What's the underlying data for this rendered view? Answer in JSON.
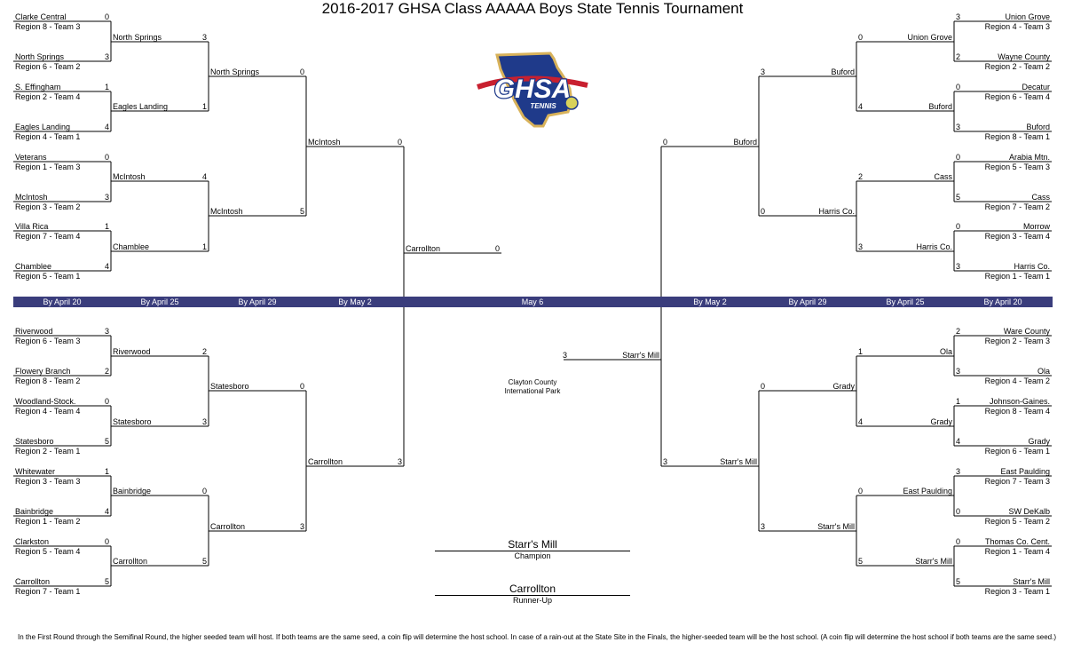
{
  "title": "2016-2017 GHSA Class AAAAA Boys State Tennis Tournament",
  "logo": {
    "text": "GHSA",
    "subtext": "TENNIS"
  },
  "dates": [
    "By April 20",
    "By April 25",
    "By April 29",
    "By May 2",
    "May 6",
    "By May 2",
    "By April 29",
    "By April 25",
    "By April 20"
  ],
  "venue": [
    "Clayton County",
    "International Park"
  ],
  "champion": {
    "name": "Starr's Mill",
    "label": "Champion"
  },
  "runner_up": {
    "name": "Carrollton",
    "label": "Runner-Up"
  },
  "footnote": "In the First Round through the Semifinal Round, the higher seeded team will host. If both teams are the same seed, a coin flip will determine the host school. In case of a rain-out at the State Site in the Finals, the higher-seeded team will be the host school.  (A coin flip will determine the host school if both teams are the same seed.)",
  "left_top": {
    "r1": [
      {
        "team": "Clarke Central",
        "seed": "Region 8 - Team 3",
        "score": "0"
      },
      {
        "team": "North Springs",
        "seed": "Region 6 - Team 2",
        "score": "3"
      },
      {
        "team": "S. Effingham",
        "seed": "Region 2 - Team 4",
        "score": "1"
      },
      {
        "team": "Eagles Landing",
        "seed": "Region 4 - Team 1",
        "score": "4"
      },
      {
        "team": "Veterans",
        "seed": "Region 1 - Team 3",
        "score": "0"
      },
      {
        "team": "McIntosh",
        "seed": "Region 3 - Team 2",
        "score": "3"
      },
      {
        "team": "Villa Rica",
        "seed": "Region 7 - Team 4",
        "score": "1"
      },
      {
        "team": "Chamblee",
        "seed": "Region 5 - Team 1",
        "score": "4"
      }
    ],
    "r2": [
      {
        "team": "North Springs",
        "score": "3"
      },
      {
        "team": "Eagles Landing",
        "score": "1"
      },
      {
        "team": "McIntosh",
        "score": "4"
      },
      {
        "team": "Chamblee",
        "score": "1"
      }
    ],
    "r3": [
      {
        "team": "North Springs",
        "score": "0"
      },
      {
        "team": "McIntosh",
        "score": "5"
      }
    ],
    "r4": {
      "team": "McIntosh",
      "score": "0"
    }
  },
  "left_bottom": {
    "r1": [
      {
        "team": "Riverwood",
        "seed": "Region 6 - Team 3",
        "score": "3"
      },
      {
        "team": "Flowery Branch",
        "seed": "Region 8 - Team 2",
        "score": "2"
      },
      {
        "team": "Woodland-Stock.",
        "seed": "Region 4 - Team 4",
        "score": "0"
      },
      {
        "team": "Statesboro",
        "seed": "Region 2 - Team 1",
        "score": "5"
      },
      {
        "team": "Whitewater",
        "seed": "Region 3 - Team 3",
        "score": "1"
      },
      {
        "team": "Bainbridge",
        "seed": "Region 1 - Team 2",
        "score": "4"
      },
      {
        "team": "Clarkston",
        "seed": "Region 5 - Team 4",
        "score": "0"
      },
      {
        "team": "Carrollton",
        "seed": "Region 7 - Team 1",
        "score": "5"
      }
    ],
    "r2": [
      {
        "team": "Riverwood",
        "score": "2"
      },
      {
        "team": "Statesboro",
        "score": "3"
      },
      {
        "team": "Bainbridge",
        "score": "0"
      },
      {
        "team": "Carrollton",
        "score": "5"
      }
    ],
    "r3": [
      {
        "team": "Statesboro",
        "score": "0"
      },
      {
        "team": "Carrollton",
        "score": "3"
      }
    ],
    "r4": {
      "team": "Carrollton",
      "score": "3"
    }
  },
  "right_top": {
    "r1": [
      {
        "team": "Union Grove",
        "seed": "Region 4 - Team 3",
        "score": "3"
      },
      {
        "team": "Wayne County",
        "seed": "Region 2 - Team 2",
        "score": "2"
      },
      {
        "team": "Decatur",
        "seed": "Region 6 - Team 4",
        "score": "0"
      },
      {
        "team": "Buford",
        "seed": "Region 8 - Team 1",
        "score": "3"
      },
      {
        "team": "Arabia Mtn.",
        "seed": "Region 5 - Team 3",
        "score": "0"
      },
      {
        "team": "Cass",
        "seed": "Region 7 - Team 2",
        "score": "5"
      },
      {
        "team": "Morrow",
        "seed": "Region 3 - Team 4",
        "score": "0"
      },
      {
        "team": "Harris Co.",
        "seed": "Region 1 - Team 1",
        "score": "3"
      }
    ],
    "r2": [
      {
        "team": "Union Grove",
        "score": "0"
      },
      {
        "team": "Buford",
        "score": "4"
      },
      {
        "team": "Cass",
        "score": "2"
      },
      {
        "team": "Harris Co.",
        "score": "3"
      }
    ],
    "r3": [
      {
        "team": "Buford",
        "score": "3"
      },
      {
        "team": "Harris Co.",
        "score": "0"
      }
    ],
    "r4": {
      "team": "Buford",
      "score": "0"
    }
  },
  "right_bottom": {
    "r1": [
      {
        "team": "Ware County",
        "seed": "Region 2 - Team 3",
        "score": "2"
      },
      {
        "team": "Ola",
        "seed": "Region 4 - Team 2",
        "score": "3"
      },
      {
        "team": "Johnson-Gaines.",
        "seed": "Region 8 - Team 4",
        "score": "1"
      },
      {
        "team": "Grady",
        "seed": "Region 6 - Team 1",
        "score": "4"
      },
      {
        "team": "East Paulding",
        "seed": "Region 7 - Team 3",
        "score": "3"
      },
      {
        "team": "SW DeKalb",
        "seed": "Region 5 - Team 2",
        "score": "0"
      },
      {
        "team": "Thomas Co. Cent.",
        "seed": "Region 1 - Team 4",
        "score": "0"
      },
      {
        "team": "Starr's Mill",
        "seed": "Region 3 - Team 1",
        "score": "5"
      }
    ],
    "r2": [
      {
        "team": "Ola",
        "score": "1"
      },
      {
        "team": "Grady",
        "score": "4"
      },
      {
        "team": "East Paulding",
        "score": "0"
      },
      {
        "team": "Starr's Mill",
        "score": "5"
      }
    ],
    "r3": [
      {
        "team": "Grady",
        "score": "0"
      },
      {
        "team": "Starr's Mill",
        "score": "3"
      }
    ],
    "r4": {
      "team": "Starr's Mill",
      "score": "3"
    }
  },
  "final": [
    {
      "team": "Carrollton",
      "score": "0"
    },
    {
      "team": "Starr's Mill",
      "score": "3"
    }
  ]
}
